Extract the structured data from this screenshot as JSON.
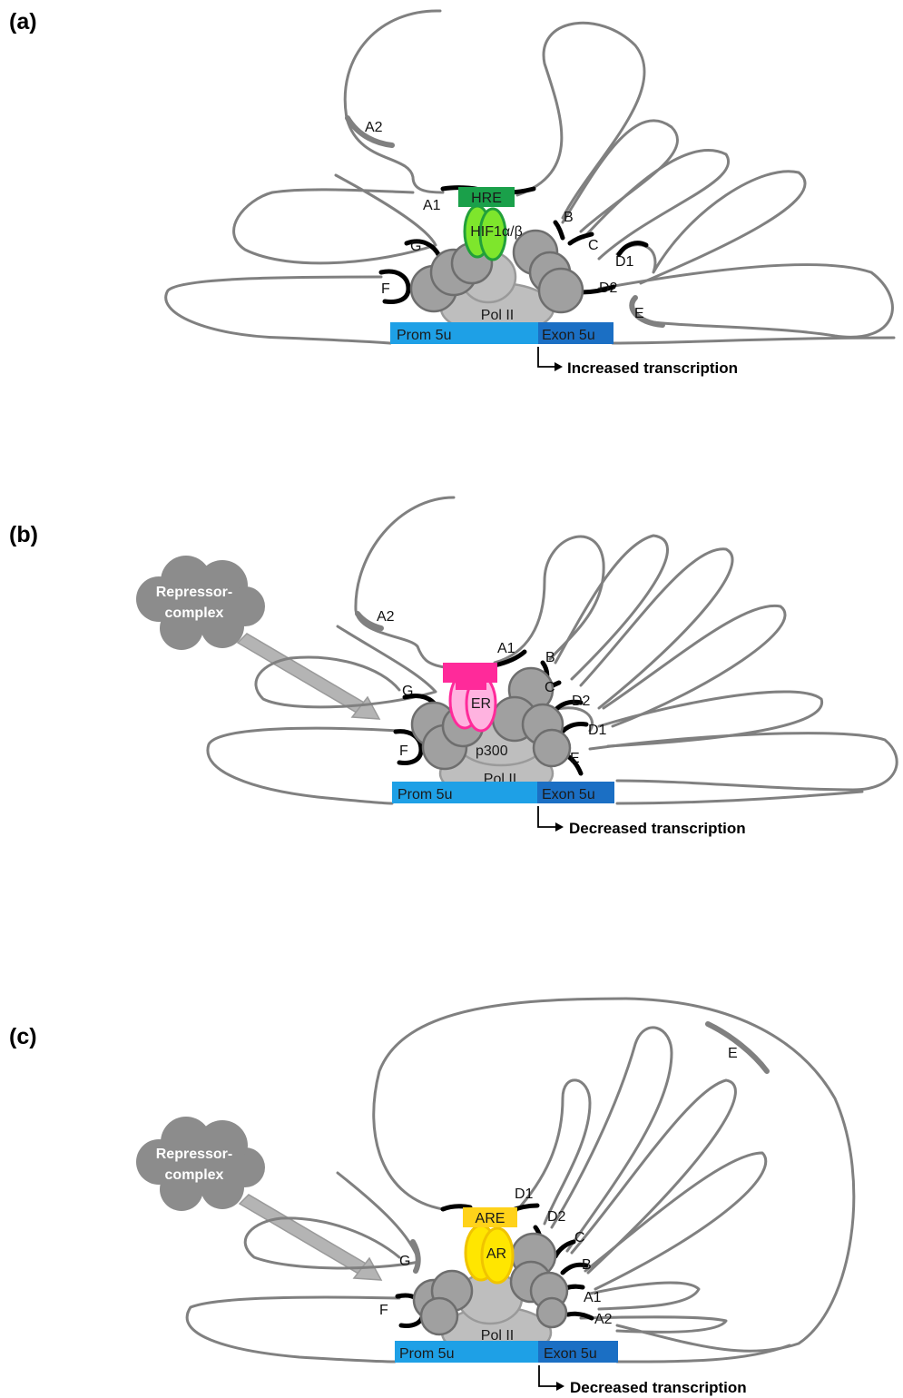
{
  "panels": [
    {
      "tag": "(a)",
      "anchor_labels": [
        "A2",
        "A1",
        "B",
        "C",
        "D1",
        "D2",
        "E",
        "F",
        "G"
      ],
      "response_element": "HRE",
      "factor": "HIF1α/β",
      "polymerase": "Pol II",
      "promoter": "Prom 5u",
      "exon": "Exon 5u",
      "outcome": "Increased transcription",
      "colors": {
        "element": "#1aa04a",
        "factor": "#7ee62c"
      }
    },
    {
      "tag": "(b)",
      "repressor": "Repressor-\ncomplex",
      "repressor_line1": "Repressor-",
      "repressor_line2": "complex",
      "anchor_labels": [
        "A2",
        "A1",
        "B",
        "C",
        "D2",
        "D1",
        "E",
        "F",
        "G"
      ],
      "factor": "ER",
      "coactivator": "p300",
      "polymerase": "Pol II",
      "promoter": "Prom 5u",
      "exon": "Exon 5u",
      "outcome": "Decreased transcription",
      "colors": {
        "element": "#ff2a9a",
        "factor": "#ffb3e0"
      }
    },
    {
      "tag": "(c)",
      "repressor_line1": "Repressor-",
      "repressor_line2": "complex",
      "anchor_labels": [
        "E",
        "D1",
        "D2",
        "C",
        "B",
        "A1",
        "A2",
        "F",
        "G"
      ],
      "response_element": "ARE",
      "factor": "AR",
      "polymerase": "Pol II",
      "promoter": "Prom 5u",
      "exon": "Exon 5u",
      "outcome": "Decreased transcription",
      "colors": {
        "element": "#ffd21a",
        "factor": "#ffe600"
      }
    }
  ],
  "colors": {
    "promoter": "#1ea0e6",
    "exon": "#1b6fc4",
    "repressor": "#8c8c8c"
  }
}
